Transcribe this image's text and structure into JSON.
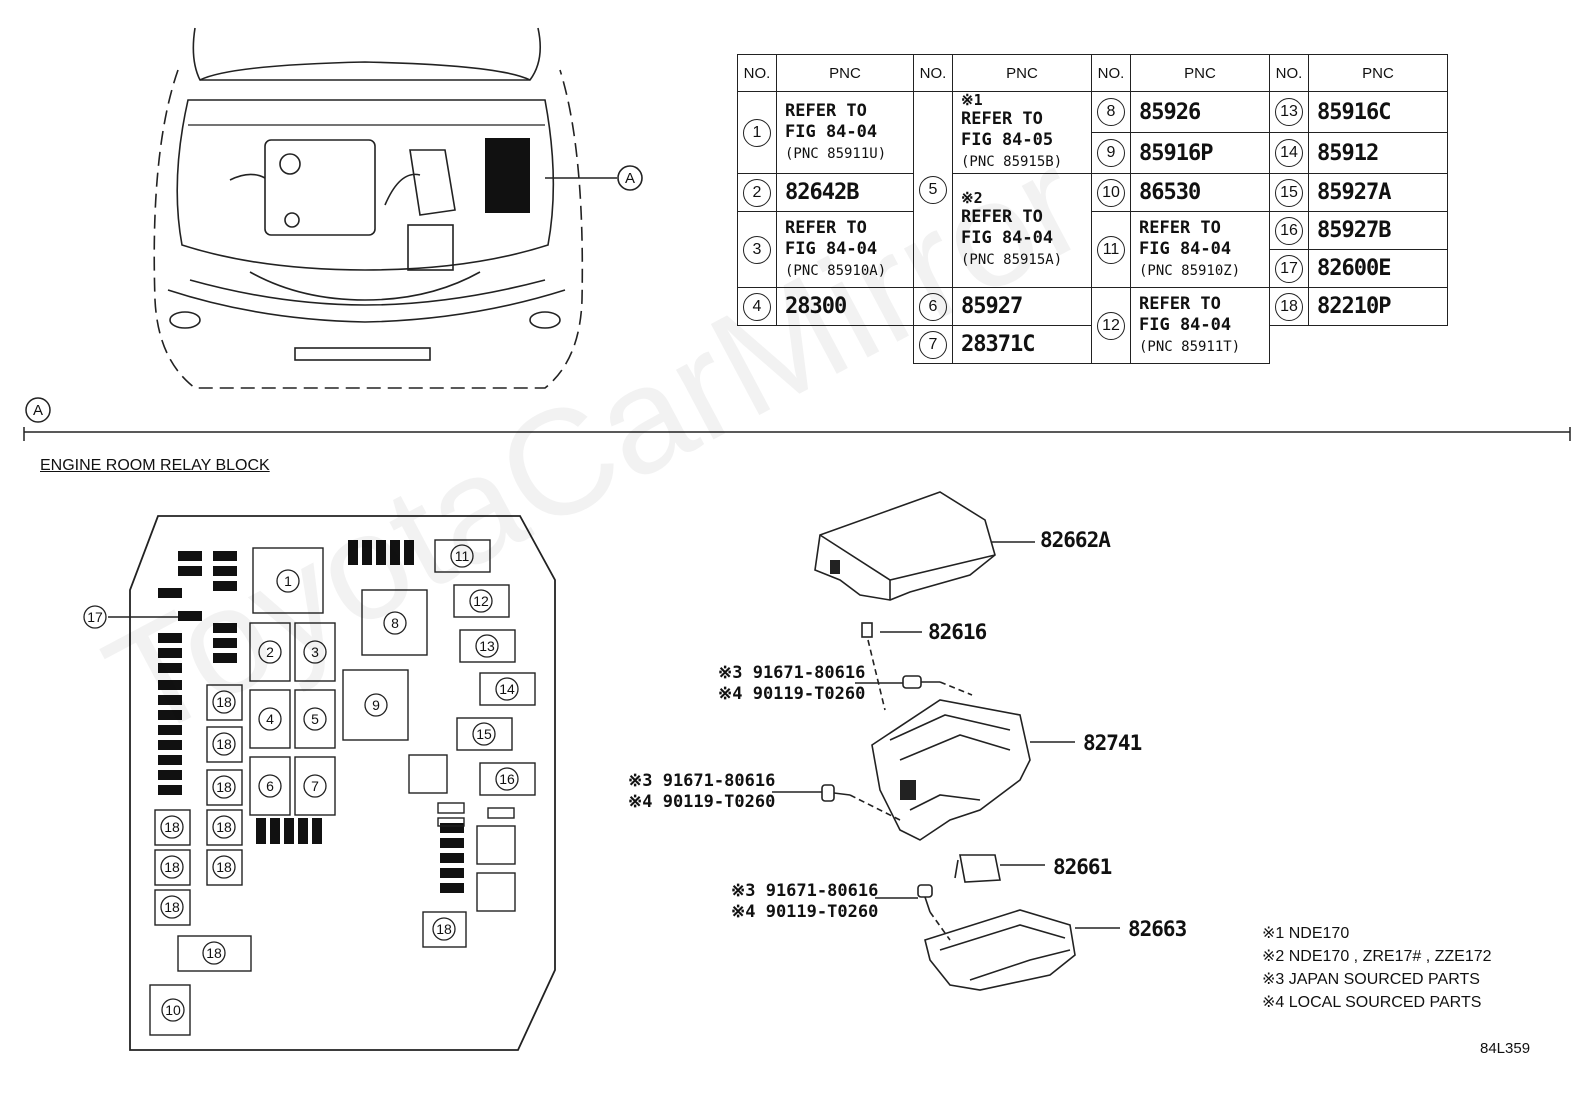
{
  "callout_letter": "A",
  "section_title": "ENGINE ROOM RELAY BLOCK",
  "table": {
    "header_no": "NO.",
    "header_pnc": "PNC",
    "entries": [
      {
        "no": "1",
        "pnc": [
          "REFER TO",
          "FIG 84-04",
          "(PNC 85911U)"
        ]
      },
      {
        "no": "2",
        "pnc": [
          "82642B"
        ]
      },
      {
        "no": "3",
        "pnc": [
          "REFER TO",
          "FIG 84-04",
          "(PNC 85910A)"
        ]
      },
      {
        "no": "4",
        "pnc": [
          "28300"
        ]
      },
      {
        "no": "5",
        "pnc_a": [
          "※1",
          "REFER TO",
          "FIG 84-05",
          "(PNC 85915B)"
        ],
        "pnc_b": [
          "※2",
          "REFER TO",
          "FIG 84-04",
          "(PNC 85915A)"
        ]
      },
      {
        "no": "6",
        "pnc": [
          "85927"
        ]
      },
      {
        "no": "7",
        "pnc": [
          "28371C"
        ]
      },
      {
        "no": "8",
        "pnc": [
          "85926"
        ]
      },
      {
        "no": "9",
        "pnc": [
          "85916P"
        ]
      },
      {
        "no": "10",
        "pnc": [
          "86530"
        ]
      },
      {
        "no": "11",
        "pnc": [
          "REFER TO",
          "FIG 84-04",
          "(PNC 85910Z)"
        ]
      },
      {
        "no": "12",
        "pnc": [
          "REFER TO",
          "FIG 84-04",
          "(PNC 85911T)"
        ]
      },
      {
        "no": "13",
        "pnc": [
          "85916C"
        ]
      },
      {
        "no": "14",
        "pnc": [
          "85912"
        ]
      },
      {
        "no": "15",
        "pnc": [
          "85927A"
        ]
      },
      {
        "no": "16",
        "pnc": [
          "85927B"
        ]
      },
      {
        "no": "17",
        "pnc": [
          "82600E"
        ]
      },
      {
        "no": "18",
        "pnc": [
          "82210P"
        ]
      }
    ]
  },
  "relay_block_labels": [
    "1",
    "2",
    "3",
    "4",
    "5",
    "6",
    "7",
    "8",
    "9",
    "10",
    "11",
    "12",
    "13",
    "14",
    "15",
    "16",
    "17",
    "18"
  ],
  "part_labels": {
    "cover": "82662A",
    "clip": "82616",
    "upper_box": "82741",
    "relay": "82661",
    "lower_box": "82663",
    "bolt_a1": "※3 91671-80616",
    "bolt_a2": "※4 90119-T0260",
    "bolt_b1": "※3 91671-80616",
    "bolt_b2": "※4 90119-T0260",
    "bolt_c1": "※3 91671-80616",
    "bolt_c2": "※4 90119-T0260"
  },
  "legend": [
    "※1 NDE170",
    "※2 NDE170 , ZRE17# , ZZE172",
    "※3 JAPAN SOURCED PARTS",
    "※4 LOCAL SOURCED PARTS"
  ],
  "figure_id": "84L359",
  "watermark": "ToyotaCarMirror"
}
